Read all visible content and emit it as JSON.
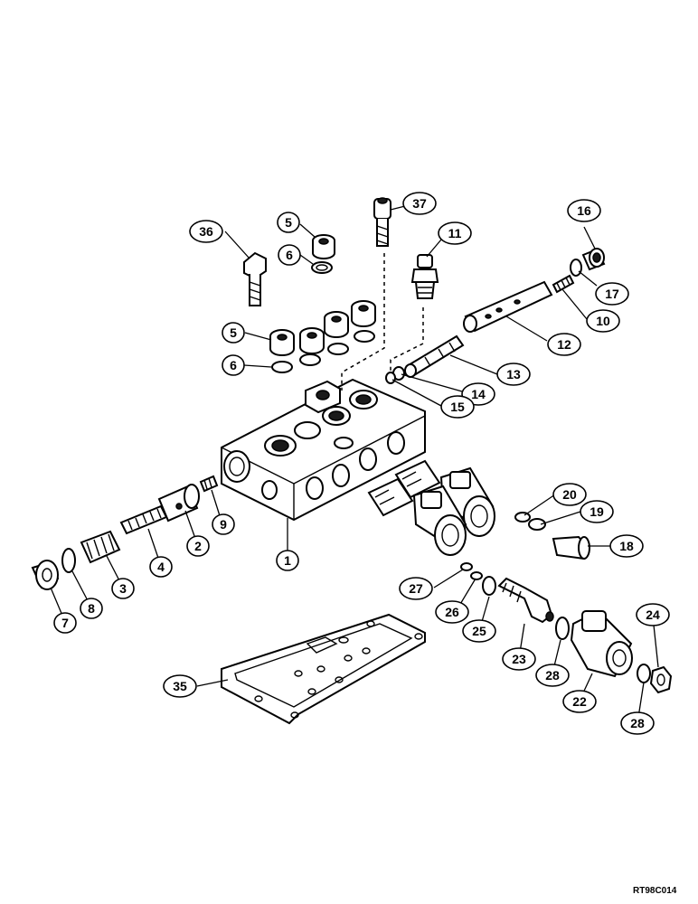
{
  "diagram": {
    "figure_code": "RT98C014",
    "callouts": [
      {
        "id": "c1",
        "label": "1"
      },
      {
        "id": "c2",
        "label": "2"
      },
      {
        "id": "c3",
        "label": "3"
      },
      {
        "id": "c4",
        "label": "4"
      },
      {
        "id": "c5a",
        "label": "5"
      },
      {
        "id": "c5b",
        "label": "5"
      },
      {
        "id": "c6a",
        "label": "6"
      },
      {
        "id": "c6b",
        "label": "6"
      },
      {
        "id": "c7",
        "label": "7"
      },
      {
        "id": "c8",
        "label": "8"
      },
      {
        "id": "c9",
        "label": "9"
      },
      {
        "id": "c10",
        "label": "10"
      },
      {
        "id": "c11",
        "label": "11"
      },
      {
        "id": "c12",
        "label": "12"
      },
      {
        "id": "c13",
        "label": "13"
      },
      {
        "id": "c14",
        "label": "14"
      },
      {
        "id": "c15",
        "label": "15"
      },
      {
        "id": "c16",
        "label": "16"
      },
      {
        "id": "c17",
        "label": "17"
      },
      {
        "id": "c18",
        "label": "18"
      },
      {
        "id": "c19",
        "label": "19"
      },
      {
        "id": "c20",
        "label": "20"
      },
      {
        "id": "c22",
        "label": "22"
      },
      {
        "id": "c23",
        "label": "23"
      },
      {
        "id": "c24",
        "label": "24"
      },
      {
        "id": "c25",
        "label": "25"
      },
      {
        "id": "c26",
        "label": "26"
      },
      {
        "id": "c27",
        "label": "27"
      },
      {
        "id": "c28a",
        "label": "28"
      },
      {
        "id": "c28b",
        "label": "28"
      },
      {
        "id": "c35",
        "label": "35"
      },
      {
        "id": "c36",
        "label": "36"
      },
      {
        "id": "c37",
        "label": "37"
      }
    ]
  }
}
